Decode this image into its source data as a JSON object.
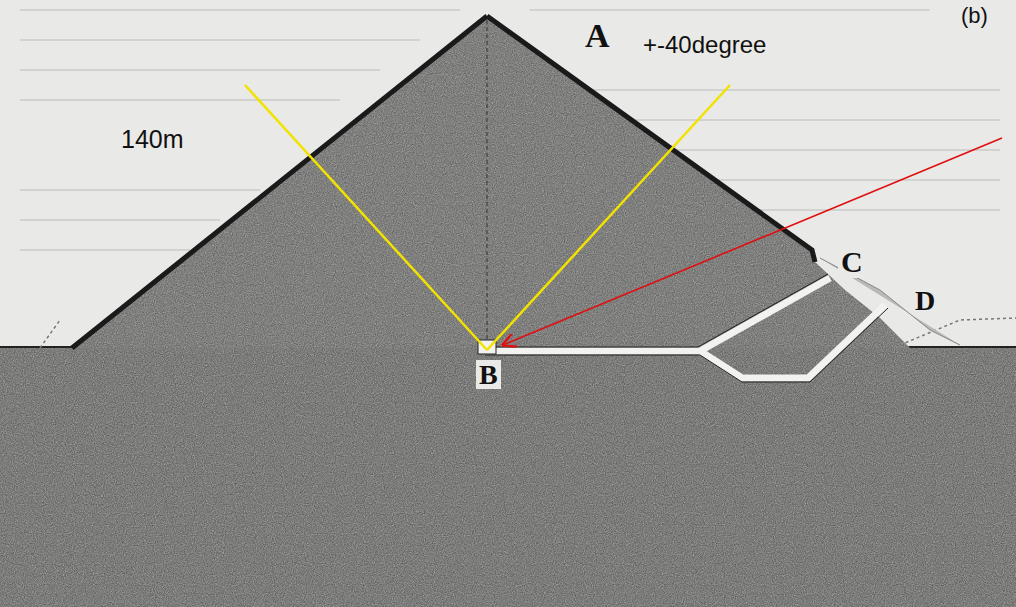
{
  "diagram": {
    "labels": [
      "(b)",
      "A",
      "+-40degree",
      "140m",
      "C",
      "D",
      "B"
    ]
  }
}
